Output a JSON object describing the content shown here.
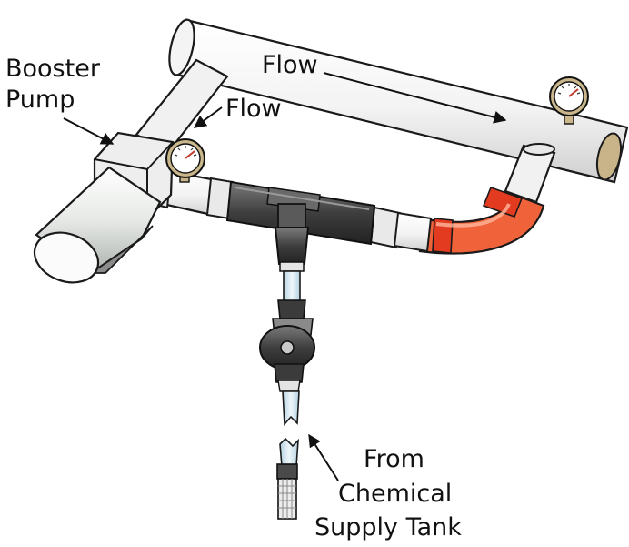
{
  "labels": {
    "booster_line1": "Booster",
    "booster_line2": "Pump",
    "flow_top": "Flow",
    "flow_left": "Flow",
    "supply_line1": "From",
    "supply_line2": "Chemical",
    "supply_line3": "Supply Tank"
  },
  "colors": {
    "pipe_fill": "#f2f2f2",
    "outline": "#1a1a1a",
    "elbow_orange": "#f0623a",
    "elbow_band": "#e23b1f",
    "injector_dark": "#4a4a4a",
    "tube_blue": "#cfe3ee",
    "gauge_ring": "#c9b68a"
  },
  "icons": [
    "booster-pump-icon",
    "pressure-gauge-icon",
    "chemical-injector-icon",
    "check-valve-icon",
    "strainer-icon"
  ]
}
